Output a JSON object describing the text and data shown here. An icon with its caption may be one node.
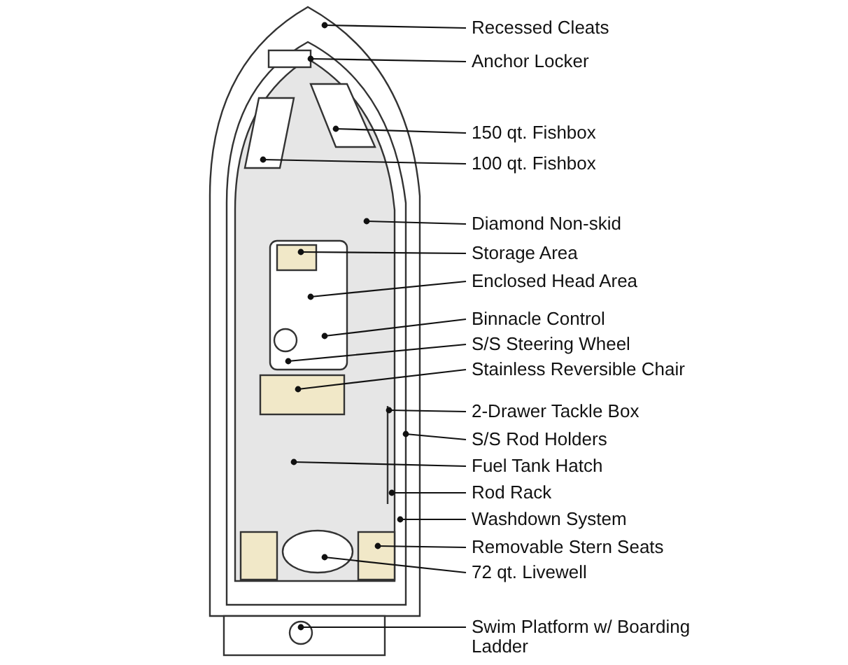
{
  "diagram": {
    "nodes": [
      {
        "text": [
          "Recessed Cleats"
        ]
      },
      {
        "text": [
          "Anchor Locker"
        ]
      },
      {
        "text": [
          "150 qt. Fishbox"
        ]
      },
      {
        "text": [
          "100 qt. Fishbox"
        ]
      },
      {
        "text": [
          "Diamond Non-skid"
        ]
      },
      {
        "text": [
          "Storage Area"
        ]
      },
      {
        "text": [
          "Enclosed Head Area"
        ]
      },
      {
        "text": [
          "Binnacle Control"
        ]
      },
      {
        "text": [
          "S/S Steering Wheel"
        ]
      },
      {
        "text": [
          "Stainless Reversible Chair"
        ]
      },
      {
        "text": [
          "2-Drawer Tackle Box"
        ]
      },
      {
        "text": [
          "S/S Rod Holders"
        ]
      },
      {
        "text": [
          "Fuel Tank Hatch"
        ]
      },
      {
        "text": [
          "Rod Rack"
        ]
      },
      {
        "text": [
          "Washdown System"
        ]
      },
      {
        "text": [
          "Removable Stern Seats"
        ]
      },
      {
        "text": [
          "72 qt. Livewell"
        ]
      },
      {
        "text": [
          "Swim Platform w/ Boarding Ladder"
        ]
      }
    ],
    "edges": [
      {
        "from": 0,
        "to": null,
        "arrow": "other"
      },
      {
        "from": 1,
        "to": null,
        "arrow": "other"
      },
      {
        "from": 2,
        "to": null,
        "arrow": "other"
      },
      {
        "from": 3,
        "to": null,
        "arrow": "other"
      },
      {
        "from": 4,
        "to": null,
        "arrow": "other"
      },
      {
        "from": 5,
        "to": null,
        "arrow": "other"
      },
      {
        "from": 6,
        "to": null,
        "arrow": "other"
      },
      {
        "from": 7,
        "to": null,
        "arrow": "other"
      },
      {
        "from": 8,
        "to": null,
        "arrow": "other"
      },
      {
        "from": 9,
        "to": null,
        "arrow": "other"
      },
      {
        "from": 10,
        "to": null,
        "arrow": "other"
      },
      {
        "from": 11,
        "to": null,
        "arrow": "other"
      },
      {
        "from": 12,
        "to": null,
        "arrow": "other"
      },
      {
        "from": 13,
        "to": null,
        "arrow": "other"
      },
      {
        "from": 14,
        "to": null,
        "arrow": "other"
      },
      {
        "from": 15,
        "to": null,
        "arrow": "other"
      },
      {
        "from": 16,
        "to": null,
        "arrow": "other"
      },
      {
        "from": 17,
        "to": null,
        "arrow": "other"
      }
    ]
  }
}
